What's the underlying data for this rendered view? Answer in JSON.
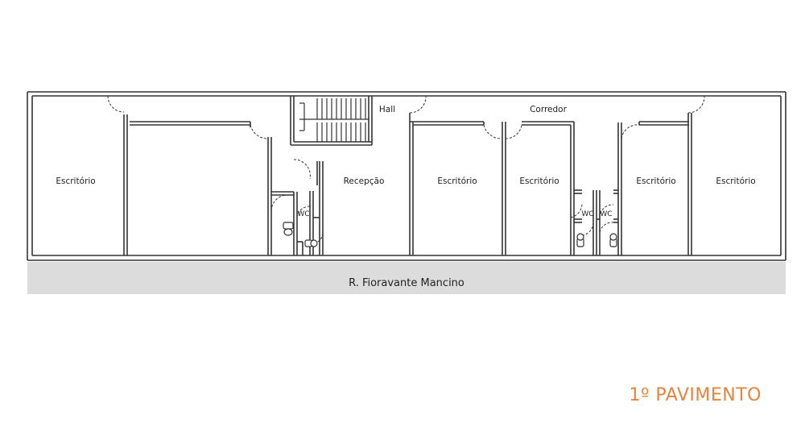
{
  "floor_title": "1º PAVIMENTO",
  "street": "R. Fioravante Mancino",
  "rooms": {
    "office_1": "Escritório",
    "office_2": "Escritório",
    "office_3": "Escritório",
    "office_4": "Escritório",
    "office_5": "Escritório",
    "reception": "Recepção",
    "hall": "Hall",
    "corridor": "Corredor",
    "wc_1": "WC",
    "wc_2": "WC",
    "wc_3": "WC"
  },
  "colors": {
    "walls": "#333333",
    "street_fill": "#dcdcdc",
    "title": "#e8833a"
  }
}
